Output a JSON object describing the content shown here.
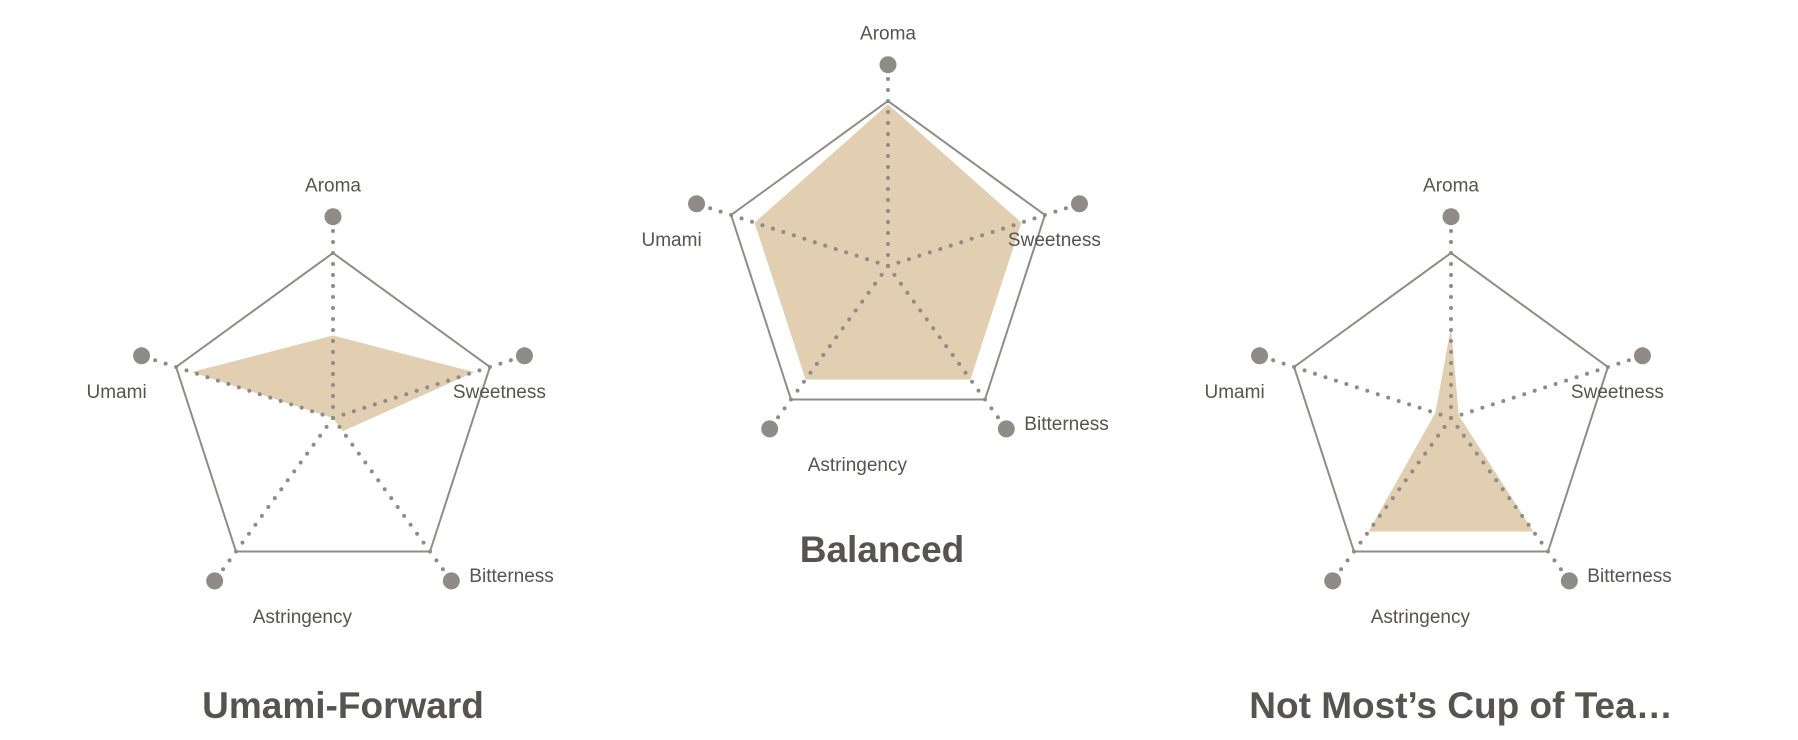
{
  "colors": {
    "fill": "#e2ceb0",
    "outline": "#8f8c88",
    "dots": "#8f8c88",
    "text": "#57544f"
  },
  "chart_data": [
    {
      "type": "radar",
      "title": "Umami-Forward",
      "axes": [
        "Aroma",
        "Sweetness",
        "Bitterness",
        "Astringency",
        "Umami"
      ],
      "values": [
        0.5,
        0.9,
        0.1,
        0.0,
        0.9
      ],
      "range": [
        0,
        1
      ]
    },
    {
      "type": "radar",
      "title": "Balanced",
      "axes": [
        "Aroma",
        "Sweetness",
        "Bitterness",
        "Astringency",
        "Umami"
      ],
      "values": [
        0.98,
        0.85,
        0.85,
        0.85,
        0.85
      ],
      "range": [
        0,
        1
      ]
    },
    {
      "type": "radar",
      "title": "Not Most’s Cup of Tea…",
      "axes": [
        "Aroma",
        "Sweetness",
        "Bitterness",
        "Astringency",
        "Umami"
      ],
      "values": [
        0.55,
        0.05,
        0.85,
        0.85,
        0.1
      ],
      "range": [
        0,
        1
      ]
    }
  ]
}
